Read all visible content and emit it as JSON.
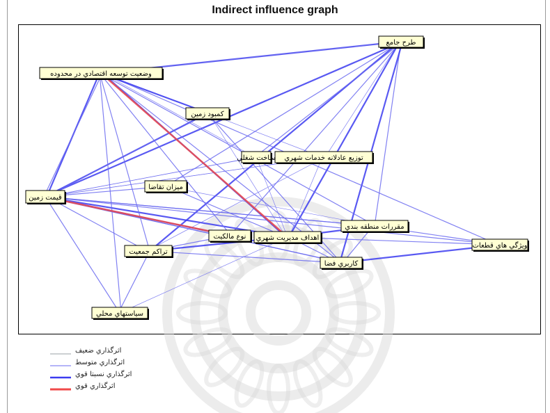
{
  "title": "Indirect influence graph",
  "colors": {
    "weak": "#9aa0a6",
    "medium": "#6a6af0",
    "relatively_strong": "#3c3cf0",
    "strong": "#f04a4a",
    "node_fill": "#ffffd4",
    "watermark": "#d9d9d9"
  },
  "nodes": [
    {
      "id": "tarh",
      "label": "طرح جامع"
    },
    {
      "id": "vaziyat",
      "label": "وضعيت توسعه اقتصادي در محدوده"
    },
    {
      "id": "kambood",
      "label": "کمبود زمين"
    },
    {
      "id": "sakht",
      "label": "ساخت شغلي"
    },
    {
      "id": "tozi",
      "label": "توزيع عادلانه خدمات شهري"
    },
    {
      "id": "mizan",
      "label": "ميزان تقاضا"
    },
    {
      "id": "gheymat",
      "label": "قيمت زمين"
    },
    {
      "id": "moghararat",
      "label": "مقررات منطقه بندي"
    },
    {
      "id": "noe",
      "label": "نوع مالکيت"
    },
    {
      "id": "ahdaf",
      "label": "اهداف مديريت شهري"
    },
    {
      "id": "vizhegi",
      "label": "ويژگي هاي قطعات"
    },
    {
      "id": "tarakom",
      "label": "تراکم جمعيت"
    },
    {
      "id": "karbari",
      "label": "کاربري فضا"
    },
    {
      "id": "siasat",
      "label": "سياستهاي محلي"
    }
  ],
  "edges": [
    {
      "from": "tarh",
      "to": "vaziyat",
      "w": 3
    },
    {
      "from": "tarh",
      "to": "vaziyat",
      "w": 2
    },
    {
      "from": "tarh",
      "to": "gheymat",
      "w": 3
    },
    {
      "from": "tarh",
      "to": "tarakom",
      "w": 3
    },
    {
      "from": "tarh",
      "to": "mizan",
      "w": 2
    },
    {
      "from": "tarh",
      "to": "sakht",
      "w": 2
    },
    {
      "from": "tarh",
      "to": "tozi",
      "w": 1
    },
    {
      "from": "tarh",
      "to": "moghararat",
      "w": 2
    },
    {
      "from": "tarh",
      "to": "karbari",
      "w": 3
    },
    {
      "from": "tarh",
      "to": "ahdaf",
      "w": 3
    },
    {
      "from": "tarh",
      "to": "noe",
      "w": 2
    },
    {
      "from": "gheymat",
      "to": "vaziyat",
      "w": 3
    },
    {
      "from": "gheymat",
      "to": "vaziyat",
      "w": 2
    },
    {
      "from": "gheymat",
      "to": "kambood",
      "w": 3
    },
    {
      "from": "gheymat",
      "to": "moghararat",
      "w": 2
    },
    {
      "from": "gheymat",
      "to": "karbari",
      "w": 2
    },
    {
      "from": "gheymat",
      "to": "tozi",
      "w": 1
    },
    {
      "from": "gheymat",
      "to": "sakht",
      "w": 1
    },
    {
      "from": "ahdaf",
      "to": "vaziyat",
      "w": 4
    },
    {
      "from": "ahdaf",
      "to": "vaziyat",
      "w": 2
    },
    {
      "from": "ahdaf",
      "to": "gheymat",
      "w": 4
    },
    {
      "from": "ahdaf",
      "to": "tarakom",
      "w": 3
    },
    {
      "from": "ahdaf",
      "to": "moghararat",
      "w": 3
    },
    {
      "from": "ahdaf",
      "to": "karbari",
      "w": 2
    },
    {
      "from": "ahdaf",
      "to": "mizan",
      "w": 2
    },
    {
      "from": "ahdaf",
      "to": "sakht",
      "w": 1
    },
    {
      "from": "ahdaf",
      "to": "tozi",
      "w": 1
    },
    {
      "from": "ahdaf",
      "to": "kambood",
      "w": 1
    },
    {
      "from": "noe",
      "to": "gheymat",
      "w": 4
    },
    {
      "from": "noe",
      "to": "vaziyat",
      "w": 2
    },
    {
      "from": "noe",
      "to": "tarakom",
      "w": 2
    },
    {
      "from": "moghararat",
      "to": "gheymat",
      "w": 2
    },
    {
      "from": "moghararat",
      "to": "vaziyat",
      "w": 2
    },
    {
      "from": "moghararat",
      "to": "karbari",
      "w": 2
    },
    {
      "from": "vizhegi",
      "to": "gheymat",
      "w": 2
    },
    {
      "from": "vizhegi",
      "to": "karbari",
      "w": 3
    },
    {
      "from": "vizhegi",
      "to": "vaziyat",
      "w": 2
    },
    {
      "from": "vizhegi",
      "to": "ahdaf",
      "w": 2
    },
    {
      "from": "vizhegi",
      "to": "moghararat",
      "w": 2
    },
    {
      "from": "tozi",
      "to": "vaziyat",
      "w": 1
    },
    {
      "from": "tozi",
      "to": "gheymat",
      "w": 1
    },
    {
      "from": "tozi",
      "to": "tarakom",
      "w": 1
    },
    {
      "from": "sakht",
      "to": "vaziyat",
      "w": 1
    },
    {
      "from": "sakht",
      "to": "gheymat",
      "w": 1
    },
    {
      "from": "kambood",
      "to": "vaziyat",
      "w": 3
    },
    {
      "from": "kambood",
      "to": "gheymat",
      "w": 2
    },
    {
      "from": "kambood",
      "to": "karbari",
      "w": 2
    },
    {
      "from": "mizan",
      "to": "gheymat",
      "w": 2
    },
    {
      "from": "mizan",
      "to": "moghararat",
      "w": 1
    },
    {
      "from": "siasat",
      "to": "gheymat",
      "w": 2
    },
    {
      "from": "siasat",
      "to": "vaziyat",
      "w": 2
    },
    {
      "from": "siasat",
      "to": "tarakom",
      "w": 2
    },
    {
      "from": "siasat",
      "to": "ahdaf",
      "w": 1
    },
    {
      "from": "tarakom",
      "to": "vaziyat",
      "w": 2
    },
    {
      "from": "tarakom",
      "to": "gheymat",
      "w": 2
    },
    {
      "from": "karbari",
      "to": "vaziyat",
      "w": 2
    },
    {
      "from": "karbari",
      "to": "gheymat",
      "w": 2
    },
    {
      "from": "karbari",
      "to": "tarakom",
      "w": 2
    },
    {
      "from": "ahdaf",
      "to": "vaziyat",
      "w": 5
    },
    {
      "from": "noe",
      "to": "gheymat",
      "w": 5
    }
  ],
  "legend": [
    {
      "label": "اثرگذاري ضعيف",
      "level": "weak"
    },
    {
      "label": "اثرگذاري متوسط",
      "level": "medium"
    },
    {
      "label": "اثرگذاري نسبتا قوي",
      "level": "relatively_strong"
    },
    {
      "label": "اثرگذاري قوي",
      "level": "strong"
    }
  ]
}
